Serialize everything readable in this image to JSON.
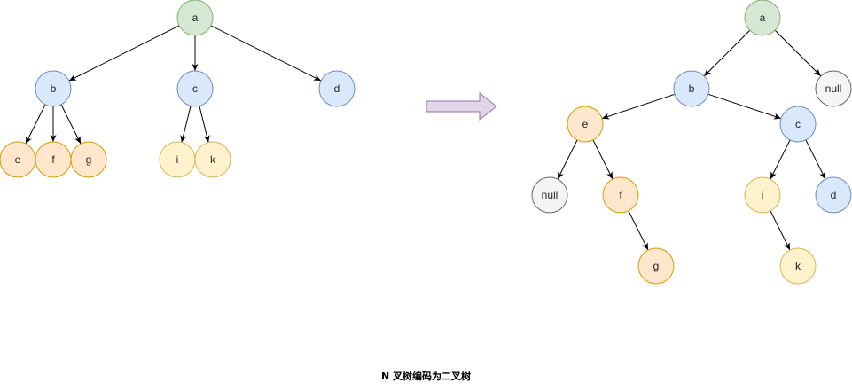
{
  "caption": "N 叉树编码为二叉树",
  "colors": {
    "green": {
      "fill": "#d5e8d4",
      "stroke": "#82b366"
    },
    "blue": {
      "fill": "#dae8fc",
      "stroke": "#6c8ebf"
    },
    "orange": {
      "fill": "#ffe6cc",
      "stroke": "#d79b00"
    },
    "yellow": {
      "fill": "#fff2cc",
      "stroke": "#d6b656"
    },
    "gray": {
      "fill": "#f5f5f5",
      "stroke": "#666666"
    },
    "arrow_fill": "#e1d5e7",
    "arrow_stroke": "#9673a6",
    "edge": "#000000"
  },
  "n_ary_tree": {
    "nodes": [
      {
        "id": "a",
        "label": "a",
        "color": "green"
      },
      {
        "id": "b",
        "label": "b",
        "color": "blue"
      },
      {
        "id": "c",
        "label": "c",
        "color": "blue"
      },
      {
        "id": "d",
        "label": "d",
        "color": "blue"
      },
      {
        "id": "e",
        "label": "e",
        "color": "orange"
      },
      {
        "id": "f",
        "label": "f",
        "color": "orange"
      },
      {
        "id": "g",
        "label": "g",
        "color": "orange"
      },
      {
        "id": "i",
        "label": "i",
        "color": "yellow"
      },
      {
        "id": "k",
        "label": "k",
        "color": "yellow"
      }
    ],
    "edges": [
      [
        "a",
        "b"
      ],
      [
        "a",
        "c"
      ],
      [
        "a",
        "d"
      ],
      [
        "b",
        "e"
      ],
      [
        "b",
        "f"
      ],
      [
        "b",
        "g"
      ],
      [
        "c",
        "i"
      ],
      [
        "c",
        "k"
      ]
    ]
  },
  "binary_tree": {
    "nodes": [
      {
        "id": "a",
        "label": "a",
        "color": "green"
      },
      {
        "id": "b",
        "label": "b",
        "color": "blue"
      },
      {
        "id": "null1",
        "label": "null",
        "color": "gray"
      },
      {
        "id": "e",
        "label": "e",
        "color": "orange"
      },
      {
        "id": "c",
        "label": "c",
        "color": "blue"
      },
      {
        "id": "null2",
        "label": "null",
        "color": "gray"
      },
      {
        "id": "f",
        "label": "f",
        "color": "orange"
      },
      {
        "id": "i",
        "label": "i",
        "color": "yellow"
      },
      {
        "id": "d",
        "label": "d",
        "color": "blue"
      },
      {
        "id": "g",
        "label": "g",
        "color": "orange"
      },
      {
        "id": "k",
        "label": "k",
        "color": "yellow"
      }
    ],
    "edges": [
      [
        "a",
        "b"
      ],
      [
        "a",
        "null1"
      ],
      [
        "b",
        "e"
      ],
      [
        "b",
        "c"
      ],
      [
        "e",
        "null2"
      ],
      [
        "e",
        "f"
      ],
      [
        "c",
        "i"
      ],
      [
        "c",
        "d"
      ],
      [
        "f",
        "g"
      ],
      [
        "i",
        "k"
      ]
    ]
  }
}
